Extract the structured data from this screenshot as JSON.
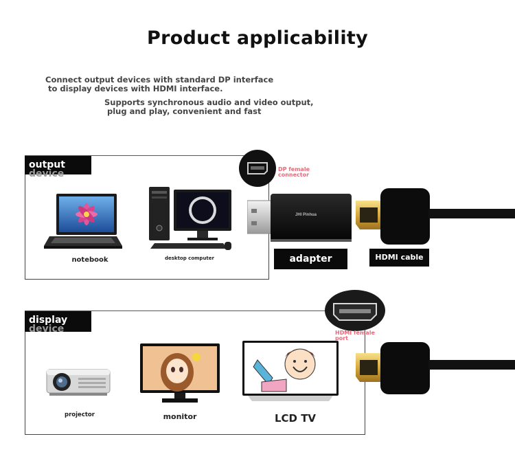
{
  "title": "Product applicability",
  "description": {
    "line1": "Connect output devices with standard DP interface\n to display devices with HDMI interface.",
    "line2": "Supports synchronous audio and video output,\n plug and play, convenient and fast"
  },
  "output_section": {
    "tag_line1": "output",
    "tag_line2": "device",
    "devices": [
      "notebook",
      "desktop computer"
    ]
  },
  "display_section": {
    "tag_line1": "display",
    "tag_line2": "device",
    "devices": [
      "projector",
      "monitor",
      "LCD TV"
    ]
  },
  "adapter": {
    "brand": "JHI Pinhua",
    "label": "adapter",
    "dp_connector_note": "DP female\nconnector"
  },
  "cable": {
    "label": "HDMI cable",
    "hdmi_port_note": "HDMI female\nport"
  },
  "icons": [
    "laptop-icon",
    "desktop-computer-icon",
    "projector-icon",
    "monitor-icon",
    "lcd-tv-icon",
    "dp-port-icon",
    "hdmi-port-icon",
    "hdmi-plug-icon"
  ]
}
